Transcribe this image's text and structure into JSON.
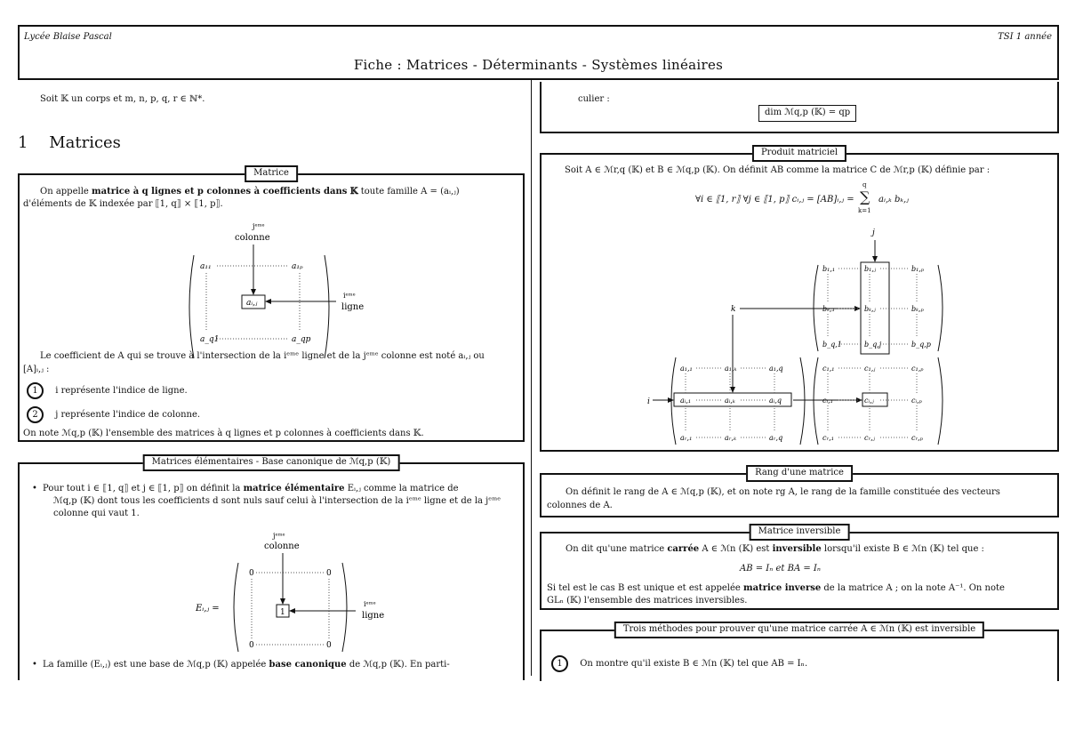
{
  "header": {
    "school": "Lycée Blaise Pascal",
    "class": "TSI 1 année",
    "title": "Fiche : Matrices - Déterminants - Systèmes linéaires"
  },
  "intro": "Soit 𝕂 un corps et m, n, p, q, r ∈ ℕ*.",
  "section1": {
    "number": "1",
    "title": "Matrices"
  },
  "box_matrice": {
    "title": "Matrice",
    "p1a": "On appelle",
    "p1b": "matrice à q lignes et p colonnes à coefficients dans 𝕂",
    "p1c": "toute famille  A = (aᵢ,ⱼ)",
    "p1d": "d'éléments de 𝕂 indexée par ⟦1, q⟧ × ⟦1, p⟧.",
    "diag": {
      "top_label": "jᵉᵐᵉ",
      "top_label2": "colonne",
      "right_label": "iᵉᵐᵉ",
      "right_label2": "ligne",
      "a11": "a₁₁",
      "a1p": "a₁ₚ",
      "aij": "aᵢ,ⱼ",
      "aq1": "a_q1",
      "aqp": "a_qp"
    },
    "p2": "Le coefficient de A qui se trouve à l'intersection de la iᵉᵐᵉ ligne et de la jᵉᵐᵉ colonne est noté aᵢ,ⱼ  ou",
    "p2b": "[A]ᵢ,ⱼ :",
    "item1_num": "1",
    "item1": "i représente l'indice de ligne.",
    "item2_num": "2",
    "item2": "j représente l'indice de colonne.",
    "p3": "On note ℳq,p (𝕂) l'ensemble des matrices à q lignes et p colonnes à coefficients dans 𝕂."
  },
  "box_elem": {
    "title": "Matrices élémentaires - Base canonique de ℳq,p (𝕂)",
    "b1a": "Pour tout  i ∈ ⟦1, q⟧  et  j ∈ ⟦1, p⟧  on définit la",
    "b1b": "matrice élémentaire",
    "b1c": "Eᵢ,ⱼ comme la matrice de",
    "b1d": "ℳq,p (𝕂) dont tous les coefficients d sont nuls sauf celui à l'intersection de la iᵉᵐᵉ ligne et de la jᵉᵐᵉ",
    "b1e": "colonne qui vaut 1.",
    "diag": {
      "top_label": "jᵉᵐᵉ",
      "top_label2": "colonne",
      "right_label": "iᵉᵐᵉ",
      "right_label2": "ligne",
      "lhs": "Eᵢ,ⱼ =",
      "zero": "0",
      "one": "1"
    },
    "b2a": "La famille (Eᵢ,ⱼ)",
    "b2b": "est une base de ℳq,p (𝕂) appelée",
    "b2c": "base canonique",
    "b2d": "de ℳq,p (𝕂). En parti-"
  },
  "right_top": {
    "text": "culier :",
    "formula": "dim ℳq,p (𝕂) = qp"
  },
  "box_produit": {
    "title": "Produit matriciel",
    "p1": "Soit A ∈ ℳr,q (𝕂) et B ∈ ℳq,p (𝕂). On définit AB comme la matrice C de ℳr,p (𝕂) définie par :",
    "formula_left": "∀i ∈ ⟦1, r⟧    ∀j ∈ ⟦1, p⟧    cᵢ,ⱼ = [AB]ᵢ,ⱼ =",
    "formula_sum": "∑",
    "formula_sum_top": "q",
    "formula_sum_bot": "k=1",
    "formula_right": "aᵢ,ₖ bₖ,ⱼ",
    "diag": {
      "j": "j",
      "k": "k",
      "i": "i",
      "B": [
        "b₁,₁",
        "b₁,ⱼ",
        "b₁,ₚ",
        "bₖ,₁",
        "bₖ,ⱼ",
        "bₖ,ₚ",
        "b_q,1",
        "b_q,j",
        "b_q,p"
      ],
      "A": [
        "a₁,₁",
        "a₁,ₖ",
        "a₁,q",
        "aᵢ,₁",
        "aᵢ,ₖ",
        "aᵢ,q",
        "aᵣ,₁",
        "aᵣ,ₖ",
        "aᵣ,q"
      ],
      "C": [
        "c₁,₁",
        "c₁,ⱼ",
        "c₁,ₚ",
        "cᵢ,₁",
        "cᵢ,ⱼ",
        "cᵢ,ₚ",
        "cᵣ,₁",
        "cᵣ,ⱼ",
        "cᵣ,ₚ"
      ]
    }
  },
  "box_rang": {
    "title": "Rang d'une matrice",
    "p1": "On définit le rang de A ∈ ℳq,p (𝕂), et on note rg A, le rang de la famille constituée des vecteurs",
    "p2": "colonnes de A."
  },
  "box_inv": {
    "title": "Matrice inversible",
    "p1a": "On dit qu'une matrice",
    "p1b": "carrée",
    "p1c": "A ∈ ℳn (𝕂) est",
    "p1d": "inversible",
    "p1e": "lorsqu'il existe B ∈ ℳn (𝕂) tel que :",
    "formula": "AB = Iₙ    et    BA = Iₙ",
    "p2a": "Si tel est le cas B est unique et est appelée",
    "p2b": "matrice inverse",
    "p2c": "de la matrice A ; on la note A⁻¹. On note",
    "p3": "GLₙ (𝕂) l'ensemble des matrices inversibles."
  },
  "box_trois": {
    "title": "Trois méthodes pour prouver qu'une matrice carrée A ∈ ℳn (𝕂) est inversible",
    "item1_num": "1",
    "item1": "On montre qu'il existe B ∈ ℳn (𝕂) tel que AB = Iₙ."
  }
}
